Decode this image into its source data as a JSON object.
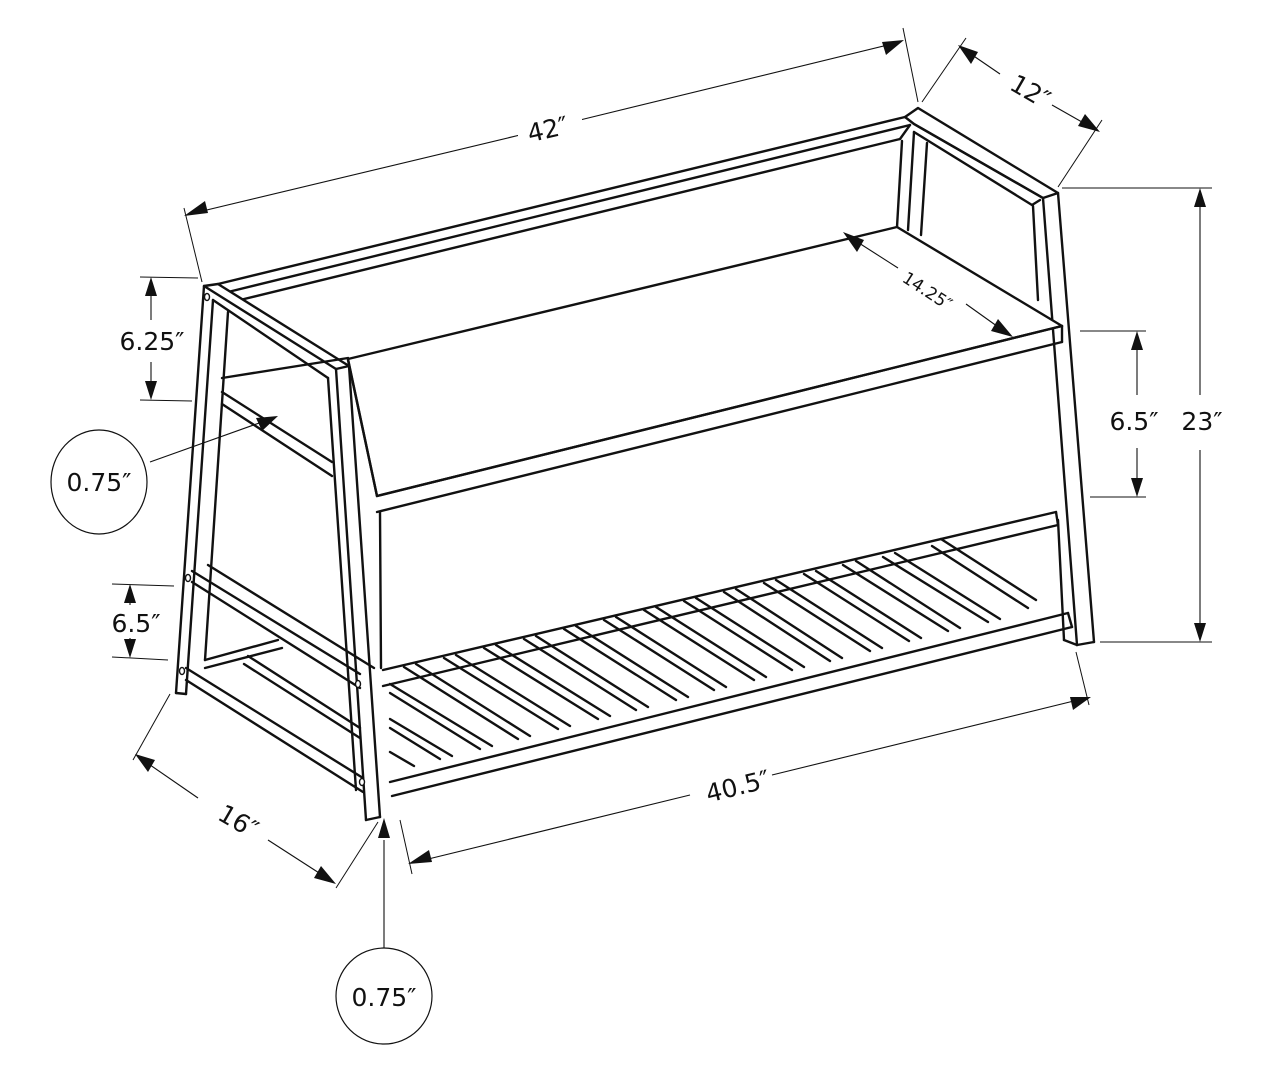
{
  "figure": {
    "subject": "Bench with storage box and slatted lower shelf — dimension drawing",
    "line_color": "#111111",
    "background": "#ffffff"
  },
  "dimensions": {
    "overall_width": {
      "label": "42″",
      "value": 42,
      "unit": "in"
    },
    "overall_depth_top": {
      "label": "12″",
      "value": 12,
      "unit": "in"
    },
    "overall_depth_bottom": {
      "label": "16″",
      "value": 16,
      "unit": "in"
    },
    "overall_height": {
      "label": "23″",
      "value": 23,
      "unit": "in"
    },
    "seat_depth": {
      "label": "14.25″",
      "value": 14.25,
      "unit": "in"
    },
    "box_height": {
      "label": "6.5″",
      "value": 6.5,
      "unit": "in"
    },
    "top_to_seat": {
      "label": "6.25″",
      "value": 6.25,
      "unit": "in"
    },
    "shelf_clearance": {
      "label": "6.5″",
      "value": 6.5,
      "unit": "in"
    },
    "inner_width": {
      "label": "40.5″",
      "value": 40.5,
      "unit": "in"
    },
    "frame_thickness_upper": {
      "label": "0.75″",
      "value": 0.75,
      "unit": "in"
    },
    "frame_thickness_leg": {
      "label": "0.75″",
      "value": 0.75,
      "unit": "in"
    }
  }
}
